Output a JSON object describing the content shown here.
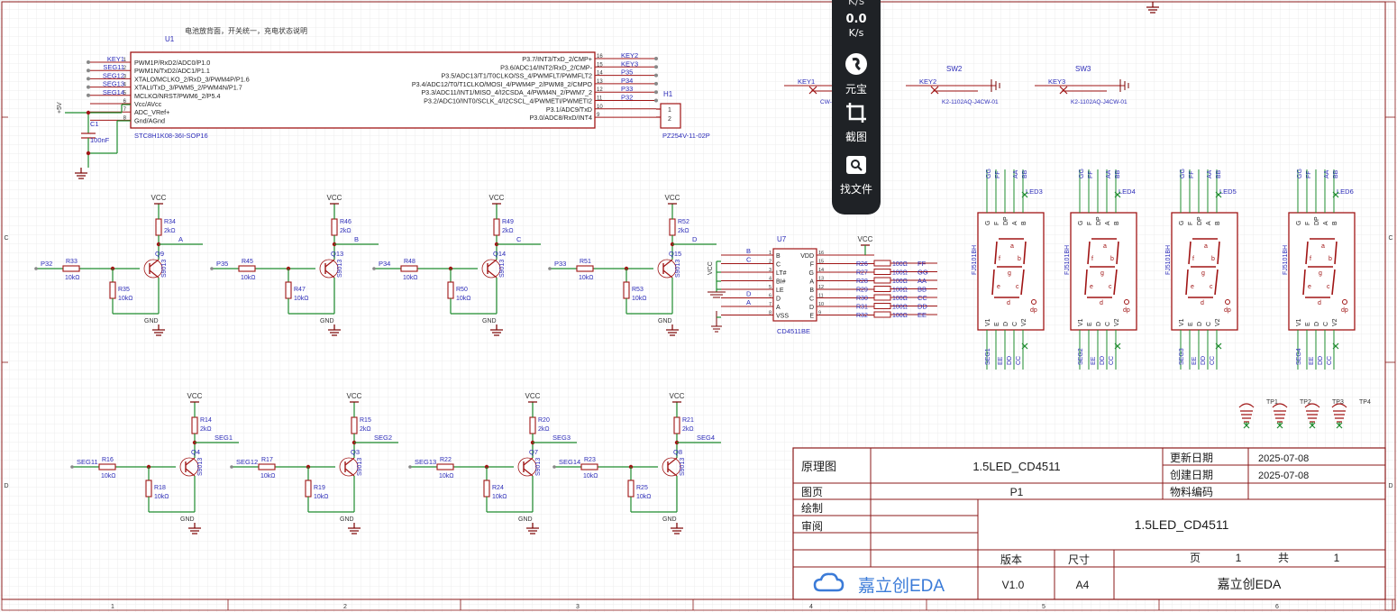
{
  "note": "电池放背面，开关统一，充电状态说明",
  "colors": {
    "border": "#8b1a1a",
    "wire": "#1f8c2f",
    "label": "#2b2bb8",
    "net": "#7a0000",
    "part": "#a01515"
  },
  "toolbar": {
    "speed_top": "K/s",
    "speed_value": "0.0",
    "speed_unit": "K/s",
    "items": [
      {
        "icon": "yuanbao-icon",
        "label": "元宝"
      },
      {
        "icon": "crop-icon",
        "label": "截图"
      },
      {
        "icon": "search-file-icon",
        "label": "找文件"
      }
    ]
  },
  "mcu": {
    "ref": "U1",
    "part": "STC8H1K08-36I-SOP16",
    "left_pins": [
      "PWM1P/RxD2/ADC0/P1.0",
      "PWM1N/TxD2/ADC1/P1.1",
      "XTALO/MCLKO_2/RxD_3/PWM4P/P1.6",
      "XTALI/TxD_3/PWM5_2/PWM4N/P1.7",
      "MCLKO/NRST/PWM6_2/P5.4",
      "Vcc/AVcc",
      "ADC_VRef+",
      "Gnd/AGnd"
    ],
    "left_nums": [
      "1",
      "2",
      "3",
      "4",
      "5",
      "6",
      "7",
      "8"
    ],
    "left_nets": [
      "KEY1",
      "SEG11",
      "SEG12",
      "SEG13",
      "SEG14",
      "",
      "",
      ""
    ],
    "right_pins": [
      "P3.7/INT3/TxD_2/CMP+",
      "P3.6/ADC14/INT2/RxD_2/CMP-",
      "P3.5/ADC13/T1/T0CLKO/SS_4/PWMFLT/PWMFLT2",
      "P3.4/ADC12/T0/T1CLKO/MOSI_4/PWM4P_2/PWM8_2/CMPO",
      "P3.3/ADC11/INT1/MISO_4/I2CSDA_4/PWM4N_2/PWM7_2",
      "P3.2/ADC10/INT0/SCLK_4/I2CSCL_4/PWMETI/PWMETI2",
      "P3.1/ADC9/TxD",
      "P3.0/ADC8/RxD/INT4"
    ],
    "right_nums": [
      "16",
      "15",
      "14",
      "13",
      "12",
      "11",
      "10",
      "9"
    ],
    "right_nets": [
      "KEY2",
      "KEY3",
      "P35",
      "P34",
      "P33",
      "P32",
      "",
      ""
    ],
    "supply": "+5V",
    "cap_ref": "C1",
    "cap_val": "100nF"
  },
  "header": {
    "ref": "H1",
    "part": "PZ254V-11-02P",
    "pins": [
      "1",
      "2"
    ]
  },
  "switches": [
    {
      "ref": "",
      "net": "KEY1",
      "part": "CW-01"
    },
    {
      "ref": "SW2",
      "net": "KEY2",
      "part": "K2-1102AQ-J4CW-01"
    },
    {
      "ref": "SW3",
      "net": "KEY3",
      "part": "K2-1102AQ-J4CW-01"
    }
  ],
  "top_drivers": [
    {
      "in": "P32",
      "rb": "R33",
      "rb_val": "10kΩ",
      "rpd": "R35",
      "rpd_val": "10kΩ",
      "rc": "R34",
      "rc_val": "2kΩ",
      "q": "Q9",
      "q_part": "S9013",
      "out": "A"
    },
    {
      "in": "P35",
      "rb": "R45",
      "rb_val": "10kΩ",
      "rpd": "R47",
      "rpd_val": "10kΩ",
      "rc": "R46",
      "rc_val": "2kΩ",
      "q": "Q13",
      "q_part": "S9013",
      "out": "B"
    },
    {
      "in": "P34",
      "rb": "R48",
      "rb_val": "10kΩ",
      "rpd": "R50",
      "rpd_val": "10kΩ",
      "rc": "R49",
      "rc_val": "2kΩ",
      "q": "Q14",
      "q_part": "S9013",
      "out": "C"
    },
    {
      "in": "P33",
      "rb": "R51",
      "rb_val": "10kΩ",
      "rpd": "R53",
      "rpd_val": "10kΩ",
      "rc": "R52",
      "rc_val": "2kΩ",
      "q": "Q15",
      "q_part": "S9013",
      "out": "D"
    }
  ],
  "bottom_drivers": [
    {
      "in": "SEG11",
      "rb": "R16",
      "rb_val": "10kΩ",
      "rpd": "R18",
      "rpd_val": "10kΩ",
      "rc": "R14",
      "rc_val": "2kΩ",
      "q": "Q4",
      "q_part": "S9013",
      "out": "SEG1"
    },
    {
      "in": "SEG12",
      "rb": "R17",
      "rb_val": "10kΩ",
      "rpd": "R19",
      "rpd_val": "10kΩ",
      "rc": "R15",
      "rc_val": "2kΩ",
      "q": "Q3",
      "q_part": "S9013",
      "out": "SEG2"
    },
    {
      "in": "SEG13",
      "rb": "R22",
      "rb_val": "10kΩ",
      "rpd": "R24",
      "rpd_val": "10kΩ",
      "rc": "R20",
      "rc_val": "2kΩ",
      "q": "Q7",
      "q_part": "S9013",
      "out": "SEG3"
    },
    {
      "in": "SEG14",
      "rb": "R23",
      "rb_val": "10kΩ",
      "rpd": "R25",
      "rpd_val": "10kΩ",
      "rc": "R21",
      "rc_val": "2kΩ",
      "q": "Q8",
      "q_part": "S9013",
      "out": "SEG4"
    }
  ],
  "vcc": "VCC",
  "gnd": "GND",
  "decoder": {
    "ref": "U7",
    "part": "CD4511BE",
    "left": [
      "B",
      "C",
      "LT#",
      "BI#",
      "LE",
      "D",
      "A",
      "VSS"
    ],
    "left_nums": [
      "1",
      "2",
      "3",
      "4",
      "5",
      "6",
      "7",
      "8"
    ],
    "left_nets": [
      "B",
      "C",
      "",
      "",
      "",
      "D",
      "A",
      ""
    ],
    "right": [
      "VDD",
      "F",
      "G",
      "A",
      "B",
      "C",
      "D",
      "E"
    ],
    "right_nums": [
      "16",
      "15",
      "14",
      "13",
      "12",
      "11",
      "10",
      "9"
    ],
    "resistors": [
      {
        "ref": "R26",
        "val": "100Ω",
        "net": "FF"
      },
      {
        "ref": "R27",
        "val": "100Ω",
        "net": "GG"
      },
      {
        "ref": "R28",
        "val": "100Ω",
        "net": "AA"
      },
      {
        "ref": "R29",
        "val": "100Ω",
        "net": "BB"
      },
      {
        "ref": "R30",
        "val": "100Ω",
        "net": "CC"
      },
      {
        "ref": "R31",
        "val": "100Ω",
        "net": "DD"
      },
      {
        "ref": "R32",
        "val": "100Ω",
        "net": "EE"
      }
    ]
  },
  "displays": [
    {
      "ref": "LED3",
      "part": "FJ5101BH",
      "seg": "SEG1"
    },
    {
      "ref": "LED4",
      "part": "FJ5101BH",
      "seg": "SEG2"
    },
    {
      "ref": "LED5",
      "part": "FJ5101BH",
      "seg": "SEG3"
    },
    {
      "ref": "LED6",
      "part": "FJ5101BH",
      "seg": "SEG4"
    }
  ],
  "display_top_nets": [
    "GG",
    "FF",
    "AA",
    "BB"
  ],
  "display_bottom_nets": [
    "EE",
    "DD",
    "CC"
  ],
  "display_top_pins": [
    "G",
    "F",
    "DP",
    "A",
    "B"
  ],
  "display_bottom_pins": [
    "V1",
    "E",
    "D",
    "C",
    "V2"
  ],
  "segment_letters": [
    "a",
    "b",
    "c",
    "d",
    "e",
    "f",
    "g",
    "dp"
  ],
  "test_points": [
    "TP1",
    "TP2",
    "TP3",
    "TP4"
  ],
  "title_block": {
    "schematic_label": "原理图",
    "schematic_value": "1.5LED_CD4511",
    "update_label": "更新日期",
    "update_value": "2025-07-08",
    "create_label": "创建日期",
    "create_value": "2025-07-08",
    "page_label": "图页",
    "page_value": "P1",
    "part_no_label": "物料编码",
    "part_no_value": "",
    "drawn_label": "绘制",
    "review_label": "审阅",
    "project": "1.5LED_CD4511",
    "version_label": "版本",
    "size_label": "尺寸",
    "page_word": "页",
    "page_num": "1",
    "total_word": "共",
    "total_num": "1",
    "version_value": "V1.0",
    "size_value": "A4",
    "brand_logo": "嘉立创EDA",
    "brand_name": "嘉立创EDA"
  },
  "frame": {
    "col_labels": [
      "1",
      "2",
      "3",
      "4",
      "5",
      "6"
    ],
    "row_labels": [
      "C",
      "D"
    ]
  }
}
